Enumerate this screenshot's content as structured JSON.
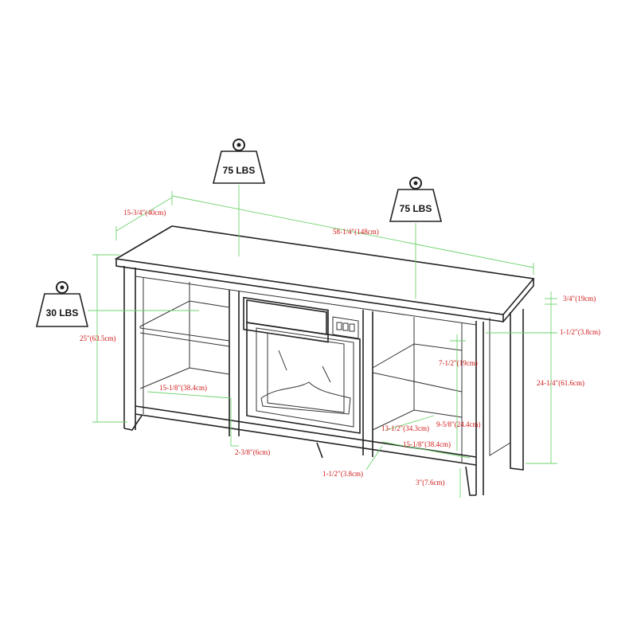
{
  "weights": {
    "top_left": "75 LBS",
    "top_right": "75 LBS",
    "shelf": "30 LBS"
  },
  "dimensions": {
    "depth": "15-3/4″(40cm)",
    "width": "58-1/4″(148cm)",
    "height": "25″(63.5cm)",
    "top_thickness": "3/4″(19cm)",
    "apron": "1-1/2″(3.8cm)",
    "upper_shelf_gap": "7-1/2″(19cm)",
    "leg_height": "24-1/4″(61.6cm)",
    "left_shelf_width": "15-1/8″(38.4cm)",
    "shelf_depth": "13-1/2″(34.3cm)",
    "lower_shelf_gap": "9-5/8″(24.4cm)",
    "right_shelf_width": "15-1/8″(38.4cm)",
    "divider": "2-3/8″(6cm)",
    "bottom_rail": "1-1/2″(3.8cm)",
    "clearance": "3″(7.6cm)"
  },
  "colors": {
    "dimension_line": "#6fd36f",
    "dimension_text": "#d01818",
    "drawing": "#222222"
  }
}
